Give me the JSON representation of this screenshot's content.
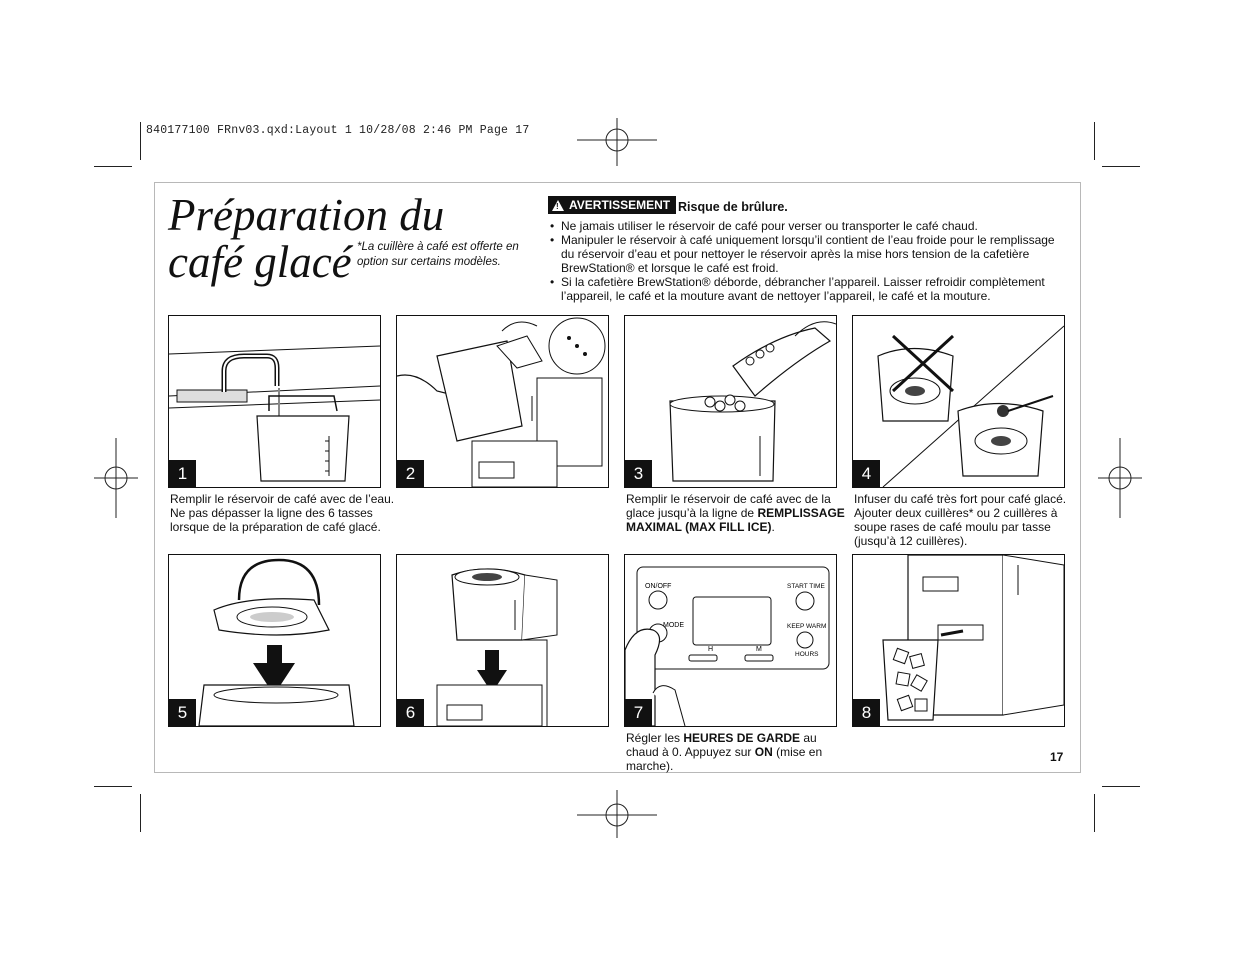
{
  "slug": "840177100 FRnv03.qxd:Layout 1  10/28/08  2:46 PM  Page 17",
  "title_line1": "Préparation du",
  "title_line2": "café glacé",
  "footnote": "*La cuillère à café est offerte en option sur certains modèles.",
  "warning": {
    "badge": "AVERTISSEMENT",
    "heading": "Risque de brûlure.",
    "items": [
      "Ne jamais utiliser le réservoir de café pour verser ou transporter le café chaud.",
      "Manipuler le réservoir à café uniquement lorsqu’il contient de l’eau froide pour le remplissage du réservoir d’eau et pour nettoyer le réservoir après la mise hors tension de la cafetière BrewStation® et lorsque le café est froid.",
      "Si la cafetière BrewStation® déborde, débrancher l’appareil. Laisser refroidir complètement l’appareil, le café et la mouture avant de nettoyer l’appareil, le café et la mouture."
    ]
  },
  "steps": [
    {
      "num": "1",
      "caption": "Remplir le réservoir de café avec de l’eau. Ne pas dépasser la ligne des 6 tasses lorsque de la préparation de café glacé."
    },
    {
      "num": "2",
      "caption": ""
    },
    {
      "num": "3",
      "caption_pre": "Remplir le réservoir de café avec de la glace jusqu’à la ligne de ",
      "caption_bold": "REMPLISSAGE MAXIMAL (MAX FILL ICE)",
      "caption_post": "."
    },
    {
      "num": "4",
      "caption": "Infuser du café très fort pour café glacé. Ajouter deux cuillères* ou 2 cuillères à soupe rases de café moulu par tasse (jusqu’à 12 cuillères)."
    },
    {
      "num": "5",
      "caption": ""
    },
    {
      "num": "6",
      "caption": ""
    },
    {
      "num": "7",
      "caption_pre": "Régler les ",
      "caption_bold": "HEURES DE GARDE",
      "caption_mid": " au chaud à 0. Appuyez sur ",
      "caption_bold2": "ON",
      "caption_post": " (mise en marche)."
    },
    {
      "num": "8",
      "caption": ""
    }
  ],
  "panel7_labels": {
    "on_off": "ON/OFF",
    "mode": "MODE",
    "start_time": "START TIME",
    "keep_warm": "KEEP WARM",
    "hours": "HOURS",
    "h": "H",
    "m": "M"
  },
  "page_number": "17"
}
